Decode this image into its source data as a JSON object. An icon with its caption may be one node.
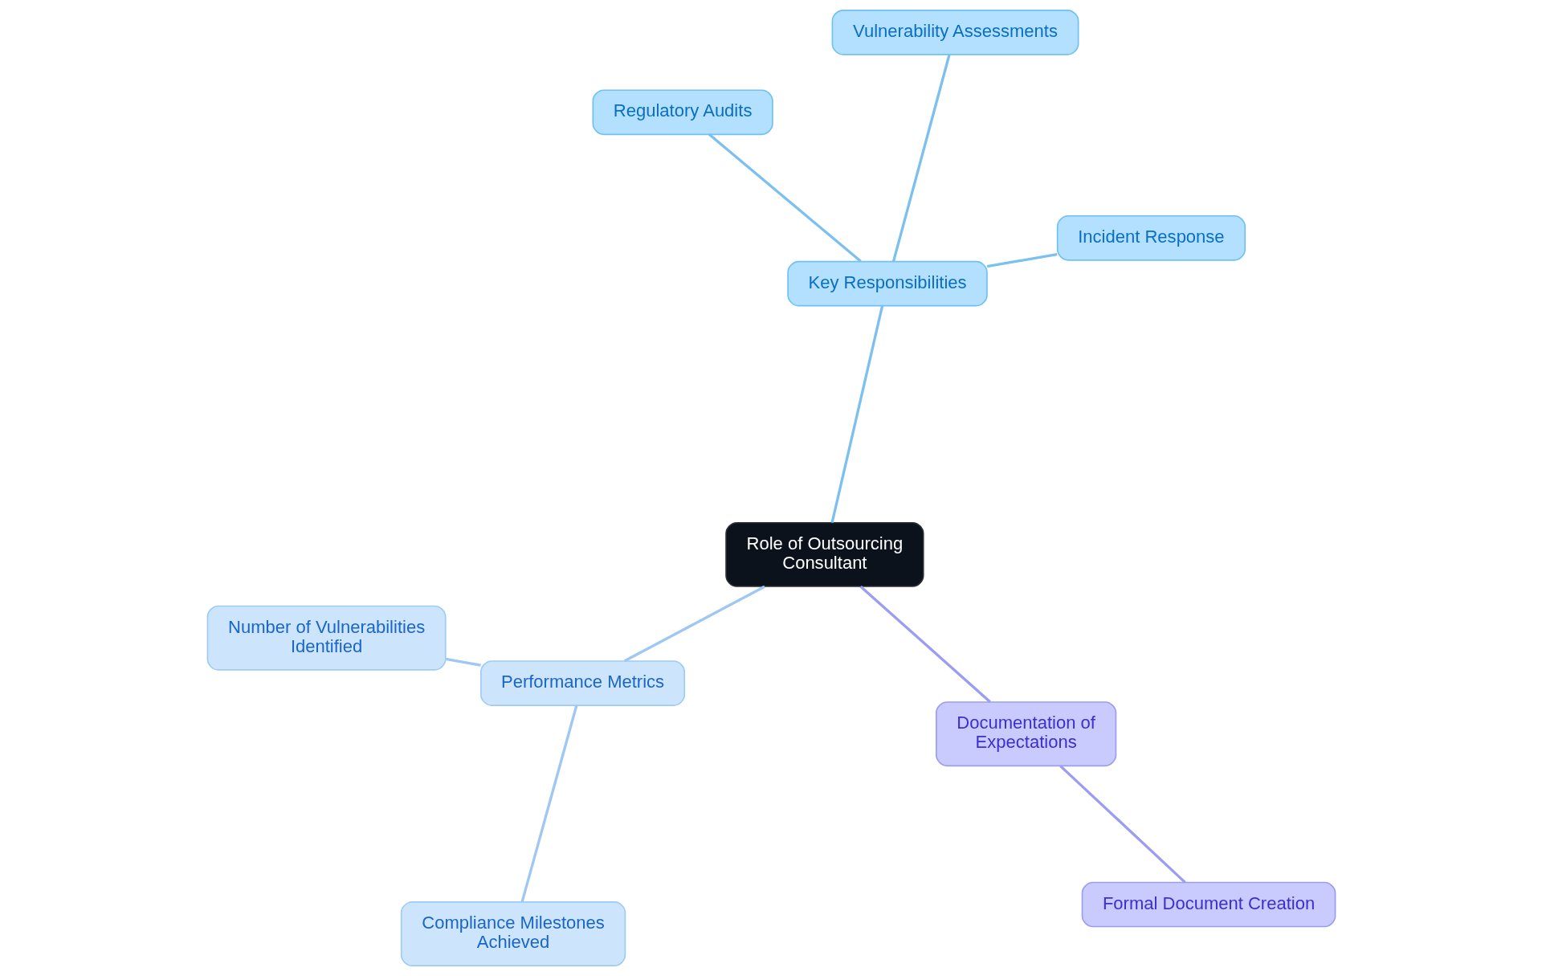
{
  "diagram": {
    "nodes": [
      {
        "text": [
          "Role of Outsourcing Consultant"
        ]
      },
      {
        "text": [
          "Key Responsibilities"
        ]
      },
      {
        "text": [
          "Incident Response"
        ]
      },
      {
        "text": [
          "Regulatory Audits"
        ]
      },
      {
        "text": [
          "Vulnerability Assessments"
        ]
      },
      {
        "text": [
          "Performance Metrics"
        ]
      },
      {
        "text": [
          "Number of Vulnerabilities Identified"
        ]
      },
      {
        "text": [
          "Compliance Milestones Achieved"
        ]
      },
      {
        "text": [
          "Documentation of Expectations"
        ]
      },
      {
        "text": [
          "Formal Document Creation"
        ]
      }
    ],
    "edges": [
      {
        "from": 0,
        "to": 1,
        "arrow": "none"
      },
      {
        "from": 1,
        "to": 2,
        "arrow": "none"
      },
      {
        "from": 1,
        "to": 3,
        "arrow": "none"
      },
      {
        "from": 1,
        "to": 4,
        "arrow": "none"
      },
      {
        "from": 0,
        "to": 5,
        "arrow": "none",
        "color": "#9ec8f2"
      },
      {
        "from": 5,
        "to": 6,
        "arrow": "none",
        "color": "#9ec8f2"
      },
      {
        "from": 5,
        "to": 7,
        "arrow": "none",
        "color": "#9ec8f2"
      },
      {
        "from": 0,
        "to": 8,
        "arrow": "none",
        "color": "#9b9df0"
      },
      {
        "from": 8,
        "to": 9,
        "arrow": "none",
        "color": "#9b9df0"
      }
    ]
  }
}
